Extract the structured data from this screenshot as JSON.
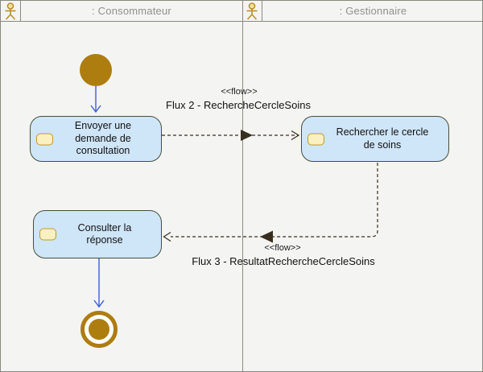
{
  "lanes": [
    {
      "title": ": Consommateur"
    },
    {
      "title": ": Gestionnaire"
    }
  ],
  "actions": {
    "send": {
      "lines": [
        "Envoyer une",
        "demande de",
        "consultation"
      ]
    },
    "search": {
      "lines": [
        "Rechercher le cercle",
        "de soins"
      ]
    },
    "consult": {
      "lines": [
        "Consulter la",
        "réponse"
      ]
    }
  },
  "flows": [
    {
      "stereotype": "<<flow>>",
      "label": "Flux 2 - RechercheCercleSoins"
    },
    {
      "stereotype": "<<flow>>",
      "label": "Flux 3 - ResultatRechercheCercleSoins"
    }
  ],
  "colors": {
    "background": "#f4f4f2",
    "lane_border": "#8a887f",
    "lane_title_text": "#8f8f8f",
    "node_gold": "#ad7d10",
    "actor_icon_gold": "#b8902c",
    "action_fill": "#cfe5f8",
    "action_border": "#45503a",
    "action_icon_fill": "#faf0c0",
    "action_icon_border": "#c19a2e",
    "control_flow_blue": "#3c5ed7",
    "object_flow_dark": "#372e1f"
  }
}
